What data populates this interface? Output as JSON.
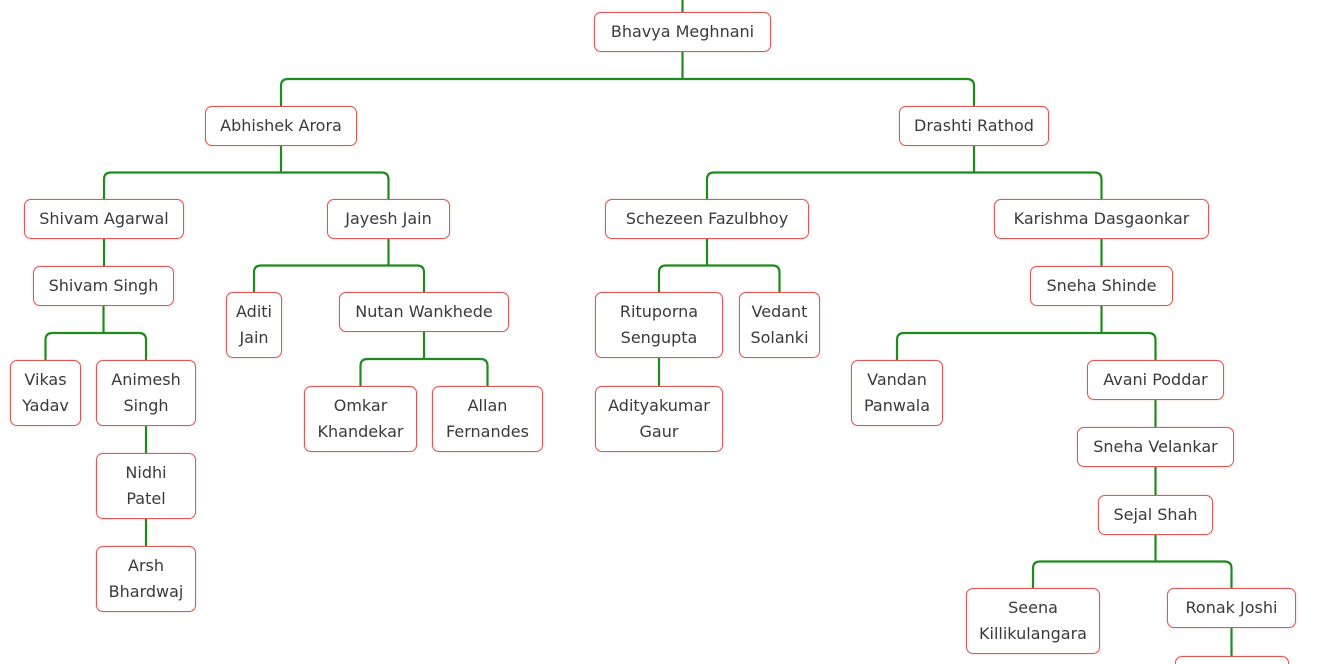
{
  "tree": {
    "nodes": {
      "bhavya": [
        "Bhavya Meghnani"
      ],
      "abhishek": [
        "Abhishek Arora"
      ],
      "drashti": [
        "Drashti Rathod"
      ],
      "shivam_agarwal": [
        "Shivam Agarwal"
      ],
      "jayesh": [
        "Jayesh Jain"
      ],
      "schezeen": [
        "Schezeen Fazulbhoy"
      ],
      "karishma": [
        "Karishma Dasgaonkar"
      ],
      "shivam_singh": [
        "Shivam Singh"
      ],
      "aditi": [
        "Aditi",
        "Jain"
      ],
      "nutan": [
        "Nutan Wankhede"
      ],
      "rituporna": [
        "Rituporna",
        "Sengupta"
      ],
      "vedant": [
        "Vedant",
        "Solanki"
      ],
      "sneha_shinde": [
        "Sneha Shinde"
      ],
      "vikas": [
        "Vikas",
        "Yadav"
      ],
      "animesh": [
        "Animesh",
        "Singh"
      ],
      "omkar": [
        "Omkar",
        "Khandekar"
      ],
      "allan": [
        "Allan",
        "Fernandes"
      ],
      "adityakumar": [
        "Adityakumar",
        "Gaur"
      ],
      "vandan": [
        "Vandan",
        "Panwala"
      ],
      "avani": [
        "Avani Poddar"
      ],
      "nidhi": [
        "Nidhi",
        "Patel"
      ],
      "sneha_velankar": [
        "Sneha Velankar"
      ],
      "sejal": [
        "Sejal Shah"
      ],
      "arsh": [
        "Arsh",
        "Bhardwaj"
      ],
      "seena": [
        "Seena",
        "Killikulangara"
      ],
      "ronak": [
        "Ronak Joshi"
      ],
      "cut_child": []
    }
  },
  "colors": {
    "node_border": "#e05555",
    "connector": "#1f8a1f",
    "text": "#3a3a3a"
  }
}
